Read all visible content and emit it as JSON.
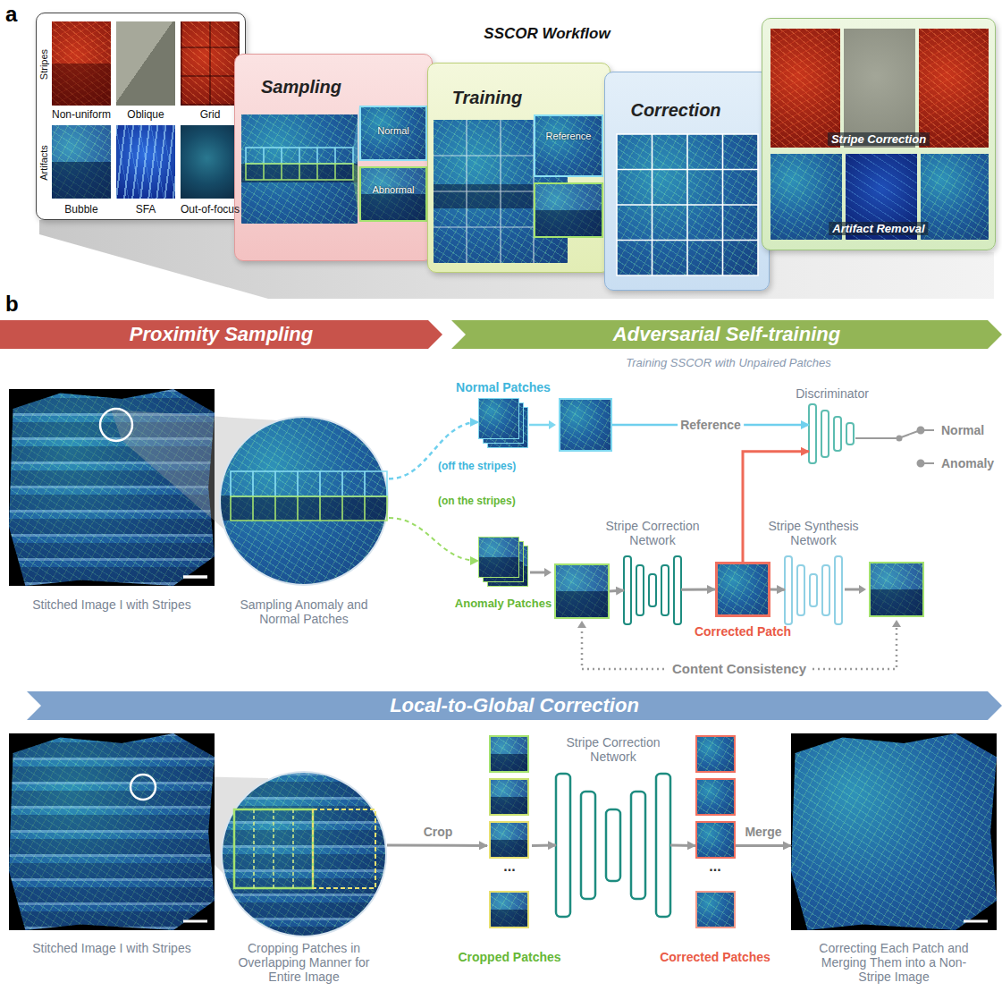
{
  "diagram": {
    "nodes": [
      {
        "text": [
          "Stripes",
          "Non-uniform",
          "Oblique",
          "Grid",
          "Artifacts",
          "Bubble",
          "SFA",
          "Out-of-focus"
        ]
      },
      {
        "text": [
          "Sampling",
          "Normal",
          "Abnormal"
        ]
      },
      {
        "text": [
          "Training",
          "Reference"
        ]
      },
      {
        "text": [
          "Correction"
        ]
      },
      {
        "text": [
          "Stripe Correction",
          "Artifact Removal"
        ]
      },
      {
        "text": [
          "Proximity Sampling"
        ]
      },
      {
        "text": [
          "Adversarial Self-training"
        ]
      },
      {
        "text": [
          "Local-to-Global Correction"
        ]
      },
      {
        "text": [
          "Stitched Image I with Stripes"
        ]
      },
      {
        "text": [
          "Sampling Anomaly and Normal Patches"
        ]
      },
      {
        "text": [
          "Normal Patches"
        ]
      },
      {
        "text": [
          "Discriminator"
        ]
      },
      {
        "text": [
          "Anomaly Patches"
        ]
      },
      {
        "text": [
          "Stripe Correction Network"
        ]
      },
      {
        "text": [
          "Corrected Patch"
        ]
      },
      {
        "text": [
          "Stripe Synthesis Network"
        ]
      },
      {
        "text": [
          "Stitched Image I with Stripes"
        ]
      },
      {
        "text": [
          "Cropping Patches in Overlapping Manner for Entire Image"
        ]
      },
      {
        "text": [
          "Cropped Patches"
        ]
      },
      {
        "text": [
          "Stripe Correction Network"
        ]
      },
      {
        "text": [
          "Corrected Patches"
        ]
      },
      {
        "text": [
          "Correcting Each Patch and Merging Them into a Non-Stripe Image"
        ]
      }
    ],
    "edges": [
      {
        "from": 9,
        "to": 10,
        "label": "(off the stripes)",
        "arrow": "to"
      },
      {
        "from": 9,
        "to": 12,
        "label": "(on the stripes)",
        "arrow": "to"
      },
      {
        "from": 10,
        "to": 11,
        "label": "Reference",
        "arrow": "to"
      },
      {
        "from": 12,
        "to": 13,
        "arrow": "to"
      },
      {
        "from": 13,
        "to": 14,
        "arrow": "to"
      },
      {
        "from": 14,
        "to": 15,
        "arrow": "to"
      },
      {
        "from": 14,
        "to": 11,
        "arrow": "to"
      },
      {
        "from": 17,
        "to": 18,
        "label": "Crop",
        "arrow": "to"
      },
      {
        "from": 18,
        "to": 19,
        "arrow": "to"
      },
      {
        "from": 19,
        "to": 20,
        "arrow": "to"
      },
      {
        "from": 20,
        "to": 21,
        "label": "Merge",
        "arrow": "to"
      }
    ],
    "labels": [
      "a",
      "SSCOR Workflow",
      "b",
      "Training SSCOR with Unpaired Patches",
      "Normal",
      "Anomaly",
      "Content Consistency",
      "...",
      "..."
    ]
  }
}
